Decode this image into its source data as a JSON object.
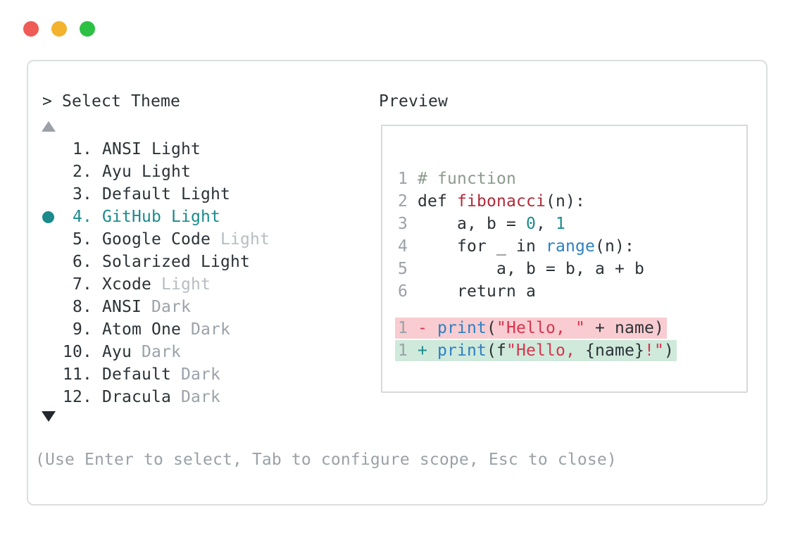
{
  "window": {
    "controls": [
      {
        "name": "close",
        "color": "#ef5b56"
      },
      {
        "name": "minimize",
        "color": "#f3b32d"
      },
      {
        "name": "zoom",
        "color": "#2cc144"
      }
    ]
  },
  "picker": {
    "title": "> Select Theme",
    "help": "(Use Enter to select, Tab to configure scope, Esc to close)",
    "icons": {
      "scroll_up": "triangle-up",
      "scroll_down": "triangle-down",
      "selected_marker": "filled-circle"
    },
    "items": [
      {
        "number": "1.",
        "selected": false,
        "parts": [
          {
            "text": "ANSI Light",
            "color": "fg"
          }
        ]
      },
      {
        "number": "2.",
        "selected": false,
        "parts": [
          {
            "text": "Ayu Light",
            "color": "fg"
          }
        ]
      },
      {
        "number": "3.",
        "selected": false,
        "parts": [
          {
            "text": "Default Light",
            "color": "fg"
          }
        ]
      },
      {
        "number": "4.",
        "selected": true,
        "parts": [
          {
            "text": "GitHub Light",
            "color": "accent"
          }
        ]
      },
      {
        "number": "5.",
        "selected": false,
        "parts": [
          {
            "text": "Google Code ",
            "color": "fg"
          },
          {
            "text": "Light",
            "color": "muted_light"
          }
        ]
      },
      {
        "number": "6.",
        "selected": false,
        "parts": [
          {
            "text": "Solarized Light",
            "color": "fg"
          }
        ]
      },
      {
        "number": "7.",
        "selected": false,
        "parts": [
          {
            "text": "Xcode ",
            "color": "fg"
          },
          {
            "text": "Light",
            "color": "muted_light"
          }
        ]
      },
      {
        "number": "8.",
        "selected": false,
        "parts": [
          {
            "text": "ANSI ",
            "color": "fg"
          },
          {
            "text": "Dark",
            "color": "muted_dark"
          }
        ]
      },
      {
        "number": "9.",
        "selected": false,
        "parts": [
          {
            "text": "Atom One ",
            "color": "fg"
          },
          {
            "text": "Dark",
            "color": "muted_dark"
          }
        ]
      },
      {
        "number": "10.",
        "selected": false,
        "parts": [
          {
            "text": "Ayu ",
            "color": "fg"
          },
          {
            "text": "Dark",
            "color": "muted_dark"
          }
        ]
      },
      {
        "number": "11.",
        "selected": false,
        "parts": [
          {
            "text": "Default ",
            "color": "fg"
          },
          {
            "text": "Dark",
            "color": "muted_dark"
          }
        ]
      },
      {
        "number": "12.",
        "selected": false,
        "parts": [
          {
            "text": "Dracula ",
            "color": "fg"
          },
          {
            "text": "Dark",
            "color": "muted_dark"
          }
        ]
      }
    ]
  },
  "preview": {
    "label": "Preview",
    "code_lines": [
      {
        "num": "1",
        "segments": [
          {
            "text": "# function",
            "color": "comment"
          }
        ]
      },
      {
        "num": "2",
        "segments": [
          {
            "text": "def ",
            "color": "fg"
          },
          {
            "text": "fibonacci",
            "color": "function_name"
          },
          {
            "text": "(n):",
            "color": "fg"
          }
        ]
      },
      {
        "num": "3",
        "segments": [
          {
            "text": "    a, b = ",
            "color": "fg"
          },
          {
            "text": "0",
            "color": "number"
          },
          {
            "text": ", ",
            "color": "fg"
          },
          {
            "text": "1",
            "color": "number"
          }
        ]
      },
      {
        "num": "4",
        "segments": [
          {
            "text": "    for _ in ",
            "color": "fg"
          },
          {
            "text": "range",
            "color": "builtin"
          },
          {
            "text": "(n):",
            "color": "fg"
          }
        ]
      },
      {
        "num": "5",
        "segments": [
          {
            "text": "        a, b = b, a + b",
            "color": "fg"
          }
        ]
      },
      {
        "num": "6",
        "segments": [
          {
            "text": "    return a",
            "color": "fg"
          }
        ]
      }
    ],
    "diff_lines": [
      {
        "num": "1",
        "kind": "removed",
        "segments": [
          {
            "text": "- ",
            "color": "diff_removed_sign"
          },
          {
            "text": "print",
            "color": "builtin"
          },
          {
            "text": "(",
            "color": "fg"
          },
          {
            "text": "\"Hello, \"",
            "color": "string"
          },
          {
            "text": " + name)",
            "color": "fg"
          }
        ]
      },
      {
        "num": "1",
        "kind": "added",
        "segments": [
          {
            "text": "+ ",
            "color": "diff_added_sign"
          },
          {
            "text": "print",
            "color": "builtin"
          },
          {
            "text": "(f",
            "color": "fg"
          },
          {
            "text": "\"Hello, ",
            "color": "string"
          },
          {
            "text": "{name}",
            "color": "fg"
          },
          {
            "text": "!\"",
            "color": "string"
          },
          {
            "text": ")",
            "color": "fg"
          }
        ]
      }
    ]
  },
  "colors": {
    "accent": "#1b8b8c",
    "fg": "#2c3237",
    "muted_light": "#b7bdc3",
    "muted_dark": "#9ba2a9",
    "help_text": "#9ba1a7",
    "line_number": "#9ba1a7",
    "comment": "#8b9b8d",
    "function_name": "#b02b3a",
    "builtin": "#2e80c2",
    "number": "#1b8b8c",
    "string": "#d8354f",
    "diff_removed_sign": "#d8354f",
    "diff_added_sign": "#1b8b8c",
    "diff_removed_bg": "#f8ccd0",
    "diff_added_bg": "#cfe9db",
    "panel_border": "#dcdedf",
    "preview_border": "#d7d9da",
    "scroll_up_arrow": "#9ba1a7",
    "scroll_down_arrow": "#23282e"
  }
}
